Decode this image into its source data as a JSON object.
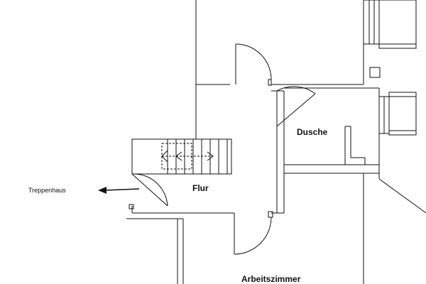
{
  "floorplan": {
    "rooms": {
      "dusche": "Dusche",
      "flur": "Flur",
      "arbeitszimmer": "Arbeitszimmer"
    },
    "exits": {
      "treppenhaus": "Treppenhaus"
    },
    "line_color": "#111111",
    "wall_fill": "#ffffff"
  }
}
